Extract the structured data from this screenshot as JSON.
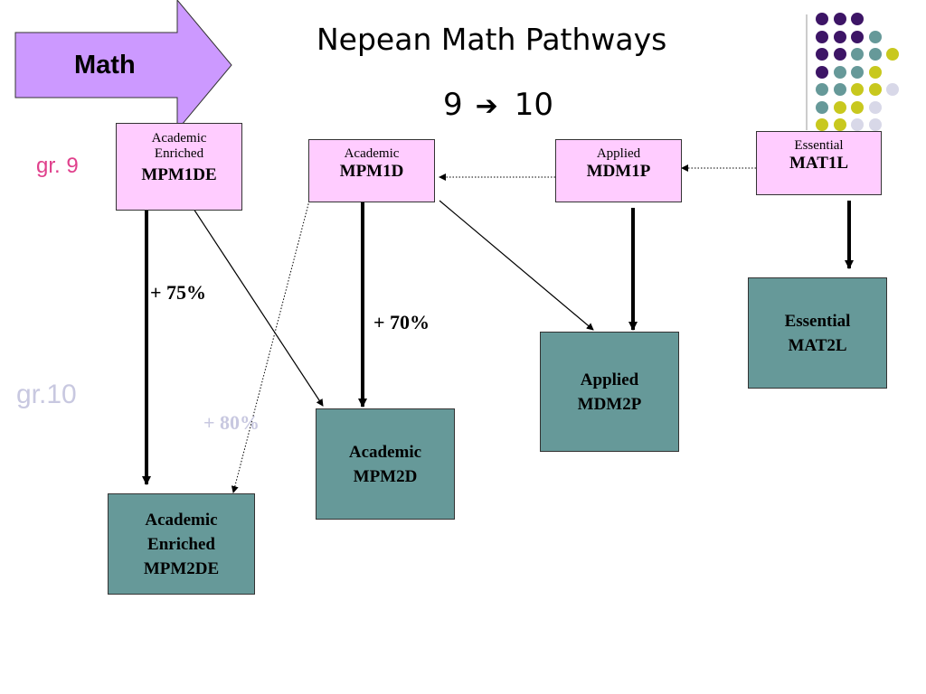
{
  "title": "Nepean Math Pathways",
  "subtitle": {
    "from": "9",
    "arrow_icon": "right-arrow-icon",
    "to": "10"
  },
  "math_arrow_label": "Math",
  "grade_labels": {
    "gr9": "gr. 9",
    "gr10": "gr.10"
  },
  "grade9_courses": [
    {
      "type": "Academic Enriched",
      "code": "MPM1DE"
    },
    {
      "type": "Academic",
      "code": "MPM1D"
    },
    {
      "type": "Applied",
      "code": "MDM1P"
    },
    {
      "type": "Essential",
      "code": "MAT1L"
    }
  ],
  "grade10_courses": [
    {
      "lines": [
        "Academic",
        "Enriched",
        "MPM2DE"
      ]
    },
    {
      "lines": [
        "Academic",
        "MPM2D"
      ]
    },
    {
      "lines": [
        "Applied",
        "MDM2P"
      ]
    },
    {
      "lines": [
        "Essential",
        "MAT2L"
      ]
    }
  ],
  "requirements": {
    "mpm1de_to_mpm2de": "+ 75%",
    "mpm1d_to_mpm2d": "+ 70%",
    "mpm1d_to_mpm2de": "+ 80%"
  },
  "colors": {
    "grade9_box": "#ffccff",
    "grade10_box": "#669999",
    "math_arrow": "#cc99ff",
    "gr9_label": "#e0408c",
    "gr10_label": "#c8c8e0",
    "dot_purple": "#3d1566",
    "dot_teal": "#669999",
    "dot_yellow": "#c8c81e",
    "dot_lavender": "#d8d8e8"
  },
  "decor_dots": [
    [
      "purple",
      "purple",
      "purple",
      "",
      ""
    ],
    [
      "purple",
      "purple",
      "purple",
      "teal",
      ""
    ],
    [
      "purple",
      "purple",
      "teal",
      "teal",
      "yellow"
    ],
    [
      "purple",
      "teal",
      "teal",
      "yellow",
      ""
    ],
    [
      "teal",
      "teal",
      "yellow",
      "yellow",
      "lavender"
    ],
    [
      "teal",
      "yellow",
      "yellow",
      "lavender",
      ""
    ],
    [
      "yellow",
      "yellow",
      "lavender",
      "lavender",
      ""
    ],
    [
      "yellow",
      "lavender",
      "lavender",
      "lavender",
      ""
    ]
  ]
}
